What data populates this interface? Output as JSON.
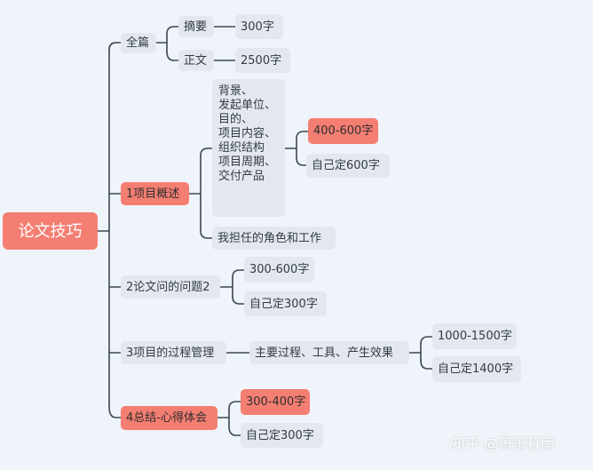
{
  "root": "论文技巧",
  "full": {
    "label": "全篇",
    "abstract": {
      "label": "摘要",
      "value": "300字"
    },
    "body": {
      "label": "正文",
      "value": "2500字"
    }
  },
  "overview": {
    "label": "1项目概述",
    "background_lines": [
      "背景、",
      "发起单位、",
      "目的、",
      "项目内容、",
      "组织结构",
      "项目周期、",
      "交付产品"
    ],
    "background_opt1": "400-600字",
    "background_opt2": "自己定600字",
    "role": "我担任的角色和工作"
  },
  "problem": {
    "label": "2论文问的问题2",
    "opt1": "300-600字",
    "opt2": "自己定300字"
  },
  "process": {
    "label": "3项目的过程管理",
    "child": "主要过程、工具、产生效果",
    "opt1": "1000-1500字",
    "opt2": "自己定1400字"
  },
  "summary": {
    "label": "4总结-心得体会",
    "opt1": "300-400字",
    "opt2": "自己定300字"
  },
  "watermark": "知乎 @萧萧暮雨",
  "colors": {
    "highlight": "#f47e72",
    "node": "#e3e8ef",
    "line": "#3c4653",
    "background": "#eff4fa"
  }
}
